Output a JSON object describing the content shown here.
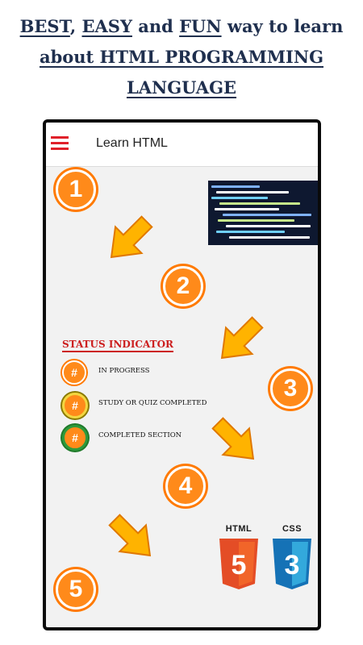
{
  "headline": {
    "line1": {
      "w1": "BEST",
      "sep1": ",",
      "w2": "EASY",
      "and": "and",
      "w3": "FUN",
      "rest": "way to learn"
    },
    "line2": "about HTML PROGRAMMING",
    "line3": "LANGUAGE"
  },
  "app": {
    "title": "Learn HTML",
    "menu_icon": "hamburger-menu-icon"
  },
  "steps": [
    "1",
    "2",
    "3",
    "4",
    "5"
  ],
  "status": {
    "title": "STATUS INDICATOR",
    "items": [
      {
        "symbol": "#",
        "label": "IN PROGRESS",
        "ring": "#ffffff",
        "outline": "#ff7a00"
      },
      {
        "symbol": "#",
        "label": "STUDY OR QUIZ COMPLETED",
        "ring": "#f2d640",
        "outline": "#b79b00"
      },
      {
        "symbol": "#",
        "label": "COMPLETED SECTION",
        "ring": "#2e9a3c",
        "outline": "#1f7a2a"
      }
    ]
  },
  "badges": {
    "html": {
      "label": "HTML",
      "digit": "5",
      "color": "#e44d26"
    },
    "css": {
      "label": "CSS",
      "digit": "3",
      "color": "#1572b6"
    }
  },
  "colors": {
    "accent": "#ff8a1a",
    "arrow": "#ffb300",
    "navy": "#1f2f4e",
    "red": "#cc1f1f"
  }
}
